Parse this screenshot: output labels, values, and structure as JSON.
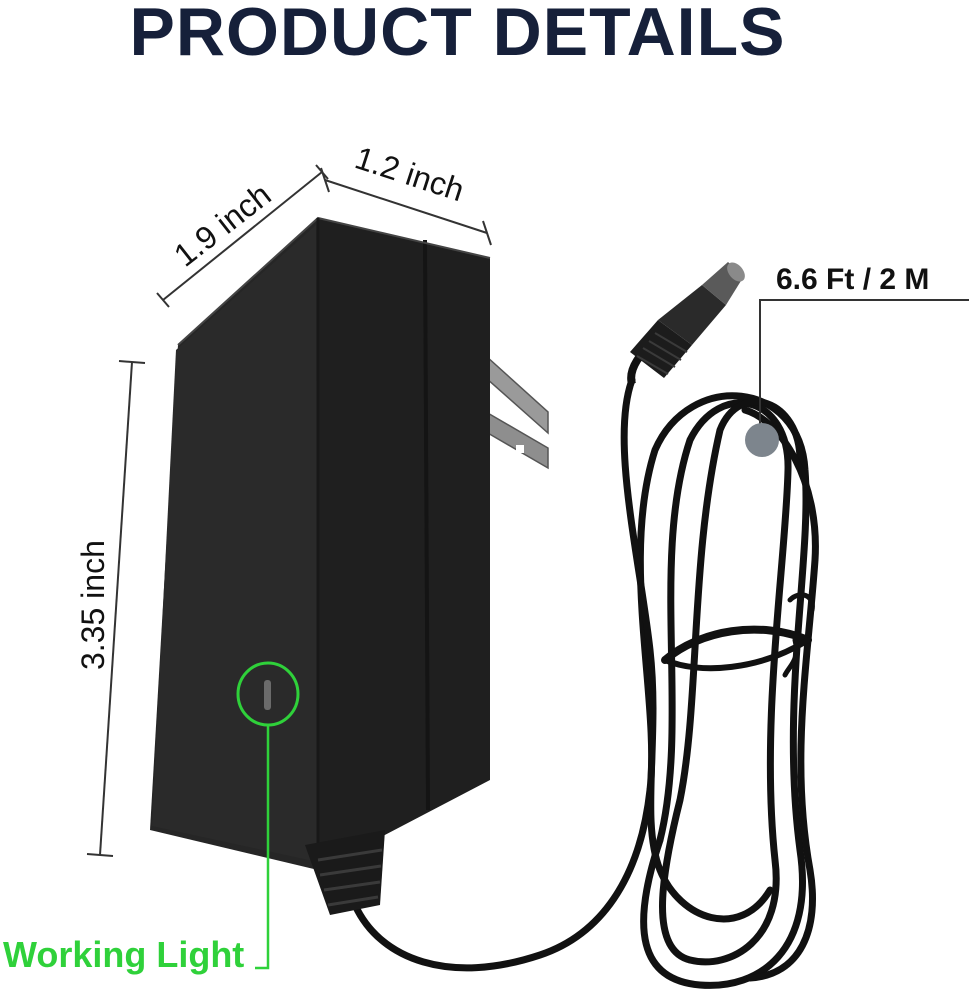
{
  "title": "PRODUCT DETAILS",
  "dimensions": {
    "depth": "1.9 inch",
    "width": "1.2 inch",
    "height": "3.35 inch"
  },
  "cord_length": "6.6 Ft / 2 M",
  "indicator_label": "Working Light",
  "colors": {
    "title": "#16203a",
    "indicator": "#2fd13a",
    "adapter_body": "#222222",
    "callout_dot": "#7d858d"
  },
  "image": {
    "subject": "black AC/DC power adapter with folding US plug and coiled DC barrel cable"
  }
}
